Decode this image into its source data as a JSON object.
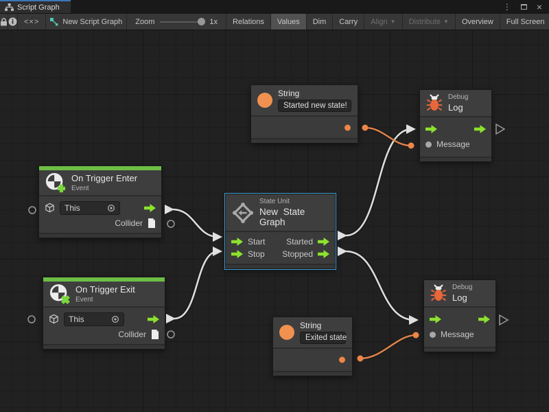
{
  "tab": {
    "title": "Script Graph"
  },
  "window_controls": {
    "more": "⋮",
    "close": "×"
  },
  "toolbar": {
    "code_glyph": "<×>",
    "graph_name": "New Script Graph",
    "zoom_label": "Zoom",
    "zoom_value": "1x",
    "buttons": {
      "relations": "Relations",
      "values": "Values",
      "dim": "Dim",
      "carry": "Carry",
      "align": "Align",
      "distribute": "Distribute",
      "overview": "Overview",
      "fullscreen": "Full Screen"
    }
  },
  "graph": {
    "string_top": {
      "title": "String",
      "value": "Started new state!"
    },
    "debug_top": {
      "category": "Debug",
      "title": "Log",
      "input_label": "Message"
    },
    "trigger_enter": {
      "title": "On Trigger Enter",
      "category": "Event",
      "self_label": "This",
      "output_label": "Collider"
    },
    "state_unit": {
      "category": "State Unit",
      "title": "New State Graph",
      "input1": "Start",
      "input2": "Stop",
      "output1": "Started",
      "output2": "Stopped"
    },
    "trigger_exit": {
      "title": "On Trigger Exit",
      "category": "Event",
      "self_label": "This",
      "output_label": "Collider"
    },
    "string_bottom": {
      "title": "String",
      "value": "Exited state"
    },
    "debug_bottom": {
      "category": "Debug",
      "title": "Log",
      "input_label": "Message"
    }
  },
  "colors": {
    "port_green": "#8ce22e",
    "event_stripe_green": "#6dbe45",
    "value_orange": "#ee8547",
    "selection_blue": "#3d9dd4",
    "wire_white": "#dcdcdc"
  }
}
